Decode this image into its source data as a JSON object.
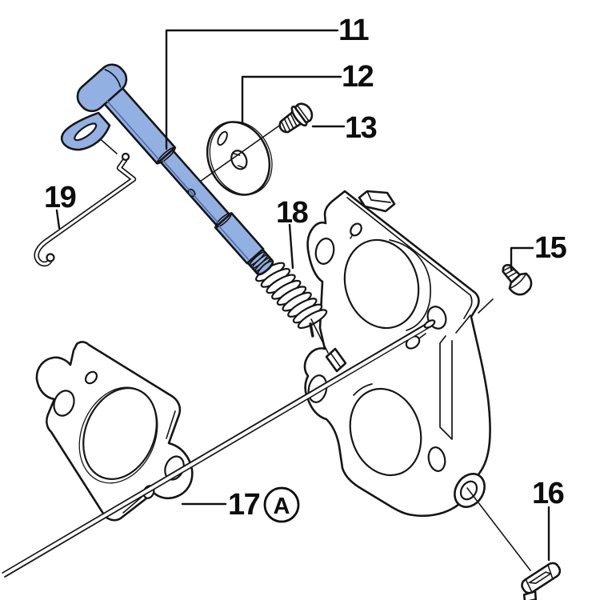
{
  "diagram": {
    "kind": "exploded parts diagram",
    "background": "#ffffff",
    "line_color": "#161616",
    "highlight_color": "#93b0e3"
  },
  "callouts": {
    "c11": "11",
    "c12": "12",
    "c13": "13",
    "c15": "15",
    "c16": "16",
    "c17": "17",
    "c18": "18",
    "c19": "19",
    "ref_a": "A"
  }
}
